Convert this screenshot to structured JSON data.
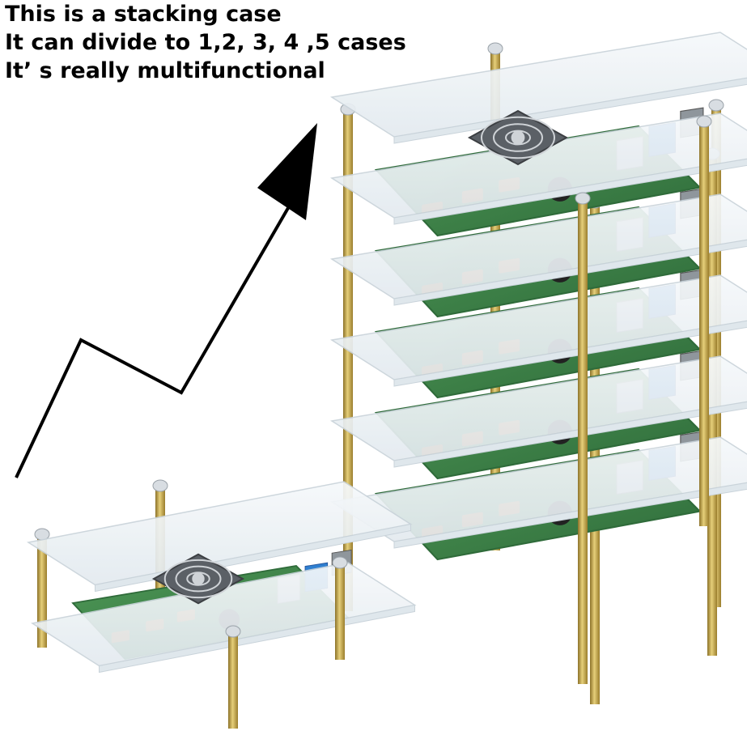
{
  "caption": {
    "line1": "This is a stacking case",
    "line2": "It can divide to 1,2, 3, 4 ,5 cases",
    "line3": "It’ s really multifunctional"
  },
  "colors": {
    "acrylic": "#eef3f6",
    "acrylic_edge": "#c9d3da",
    "board": "#3f8a4a",
    "board_dark": "#2f6b3a",
    "standoff": "#c9a84a",
    "usb_blue": "#2f7fd0",
    "metal": "#b9bec4",
    "fan": "#5b6066",
    "arrow": "#000000"
  },
  "image": {
    "stack_levels": 6,
    "single_case_levels": 1
  }
}
